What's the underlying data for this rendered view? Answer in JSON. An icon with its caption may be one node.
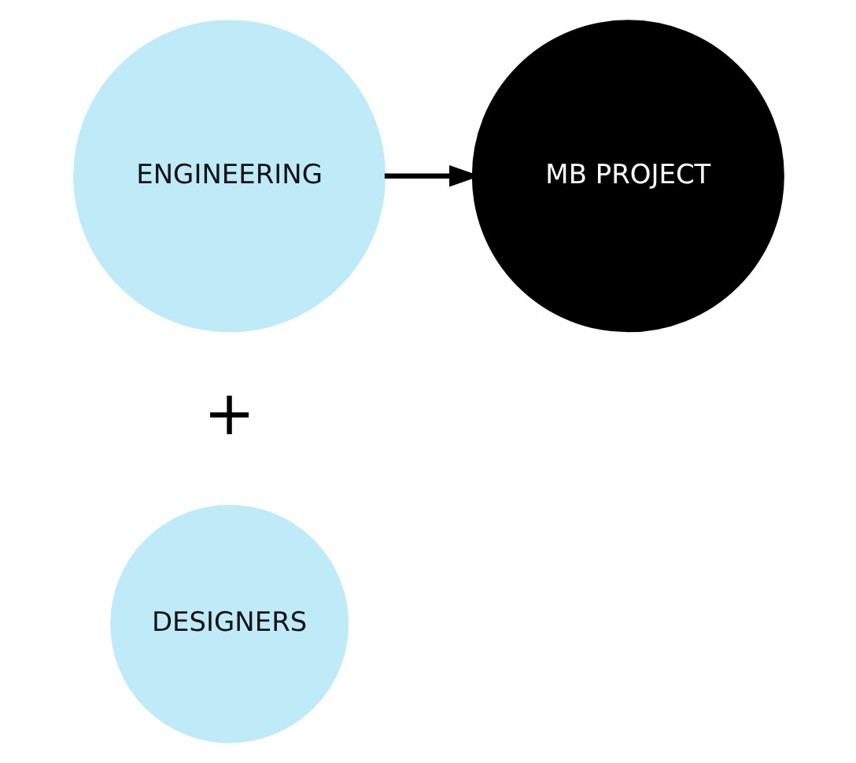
{
  "diagram": {
    "nodes": [
      {
        "text": [
          "ENGINEERING"
        ]
      },
      {
        "text": [
          "MB PROJECT"
        ]
      },
      {
        "text": [
          "DESIGNERS"
        ]
      }
    ],
    "edges": [
      {
        "from": 0,
        "to": 1,
        "arrow": "to"
      }
    ],
    "labels": [
      "+"
    ]
  }
}
